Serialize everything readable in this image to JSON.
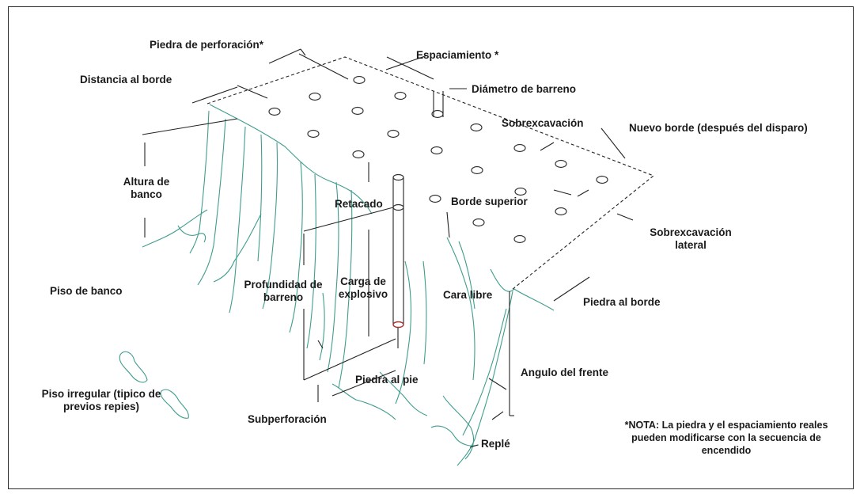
{
  "labels": {
    "piedra_perforacion": "Piedra de perforación*",
    "espaciamiento": "Espaciamiento *",
    "distancia_borde": "Distancia al borde",
    "diametro_barreno": "Diámetro de barreno",
    "sobrexcavacion": "Sobrexcavación",
    "nuevo_borde": "Nuevo borde (después del disparo)",
    "altura_banco": "Altura de banco",
    "retacado": "Retacado",
    "borde_superior": "Borde superior",
    "sobrexcavacion_lateral": "Sobrexcavación lateral",
    "piso_banco": "Piso de banco",
    "profundidad_barreno": "Profundidad de barreno",
    "carga_explosivo": "Carga de explosivo",
    "cara_libre": "Cara libre",
    "piedra_borde": "Piedra al borde",
    "angulo_frente": "Angulo del frente",
    "piedra_pie": "Piedra al pie",
    "piso_irregular": "Piso irregular (tipico de previos repies)",
    "subperforacion": "Subperforación",
    "replie": "Replé",
    "nota": "*NOTA: La piedra y el espaciamiento reales pueden modificarse con la secuencia de encendido"
  },
  "colors": {
    "rock": "#3f9d8e",
    "lines": "#222222",
    "frame": "#2a2a2a"
  }
}
